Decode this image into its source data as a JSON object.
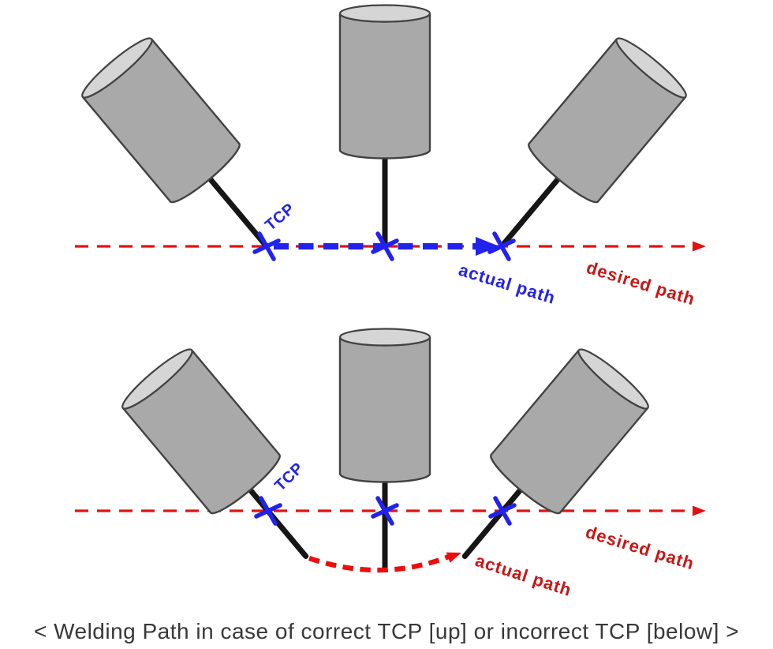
{
  "figure": {
    "caption": "< Welding Path in case of correct TCP [up] or incorrect TCP [below] >",
    "panels": {
      "top": {
        "tcp": "TCP",
        "actual_path": "actual path",
        "desired_path": "desired path"
      },
      "bottom": {
        "tcp": "TCP",
        "actual_path": "actual path",
        "desired_path": "desired path"
      }
    },
    "colors": {
      "blue": "#2222ee",
      "red_line": "#e21212",
      "red_text": "#cc1414",
      "red_curve": "#ee0d0d",
      "cylinder_body": "#a9a9a9",
      "cylinder_top": "#d5d5d5",
      "cylinder_outline": "#424242",
      "rod_black": "#161616",
      "caption_text": "#383838"
    }
  }
}
